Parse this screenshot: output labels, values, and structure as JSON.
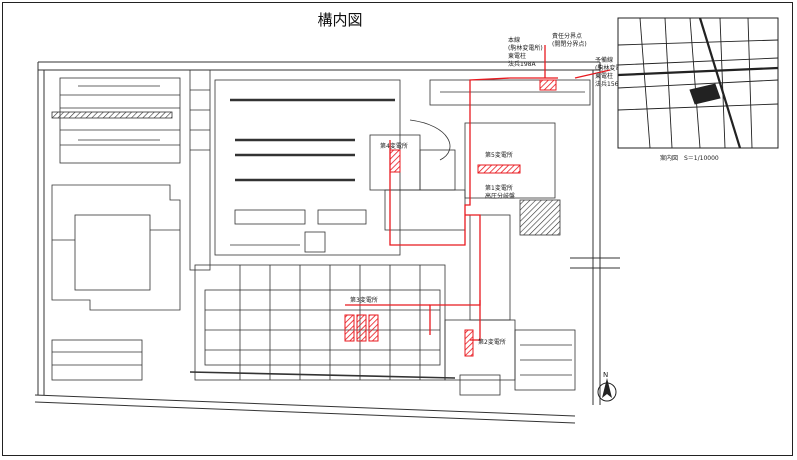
{
  "title": "構内図",
  "labels": {
    "substation_1": "第1変電所",
    "substation_2": "第2変電所",
    "substation_3": "第3変電所",
    "substation_4": "第4変電所",
    "substation_5": "第5変電所",
    "substation_5_sub": "高圧分岐盤",
    "main_line": "本線",
    "main_line_sub": "(駒林変電所)",
    "main_line_feeder": "東電柱",
    "main_line_feeder_no": "法兵198A",
    "branch_point": "責任分界点",
    "branch_point_sub": "(開閉分界点)",
    "reserve_line": "予備線",
    "reserve_line_sub": "(駒林変電所)",
    "reserve_feeder": "東電柱",
    "reserve_feeder_no": "法兵156",
    "location_map_caption": "案内図　S＝1/10000",
    "north": "N"
  },
  "colors": {
    "line": "#2a2a2a",
    "power_route": "#e8191f",
    "hatch": "#e8191f"
  }
}
